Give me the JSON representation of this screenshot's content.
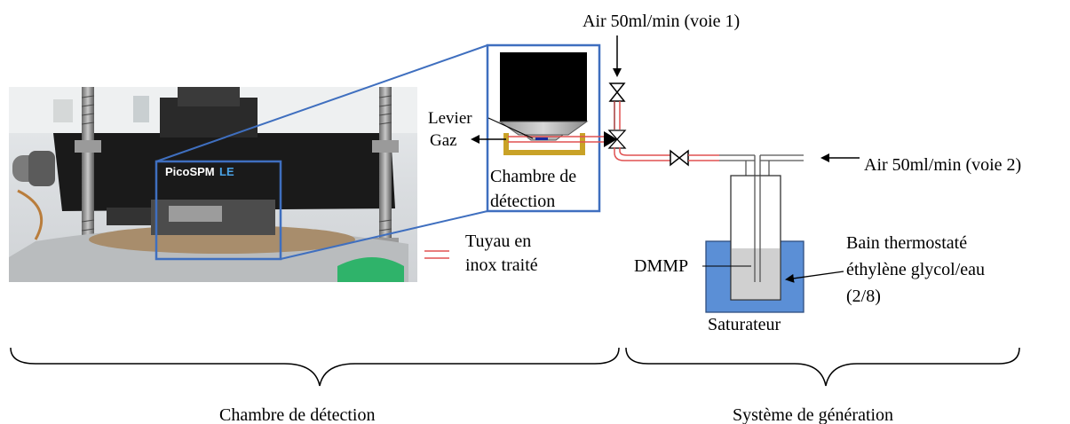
{
  "labels": {
    "air_voie1": "Air 50ml/min (voie 1)",
    "air_voie2": "Air 50ml/min (voie 2)",
    "levier": "Levier",
    "gaz": "Gaz",
    "chambre_det_line1": "Chambre de",
    "chambre_det_line2": "détection",
    "tuyau_line1": "Tuyau en",
    "tuyau_line2": "inox traité",
    "dmmp": "DMMP",
    "bain_line1": "Bain thermostaté",
    "bain_line2": "éthylène glycol/eau",
    "bain_line3": "(2/8)",
    "saturateur": "Saturateur",
    "bottom_left": "Chambre de détection",
    "bottom_right": "Système de génération"
  },
  "photo": {
    "brand_text": "PicoSPM",
    "brand_suffix": "LE"
  },
  "colors": {
    "zoom_box": "#3f6fbf",
    "pipe_red": "#e05050",
    "bath_blue": "#5b8fd6",
    "chamber_gold": "#c9a227",
    "liquid_gray": "#d0d0d0"
  }
}
